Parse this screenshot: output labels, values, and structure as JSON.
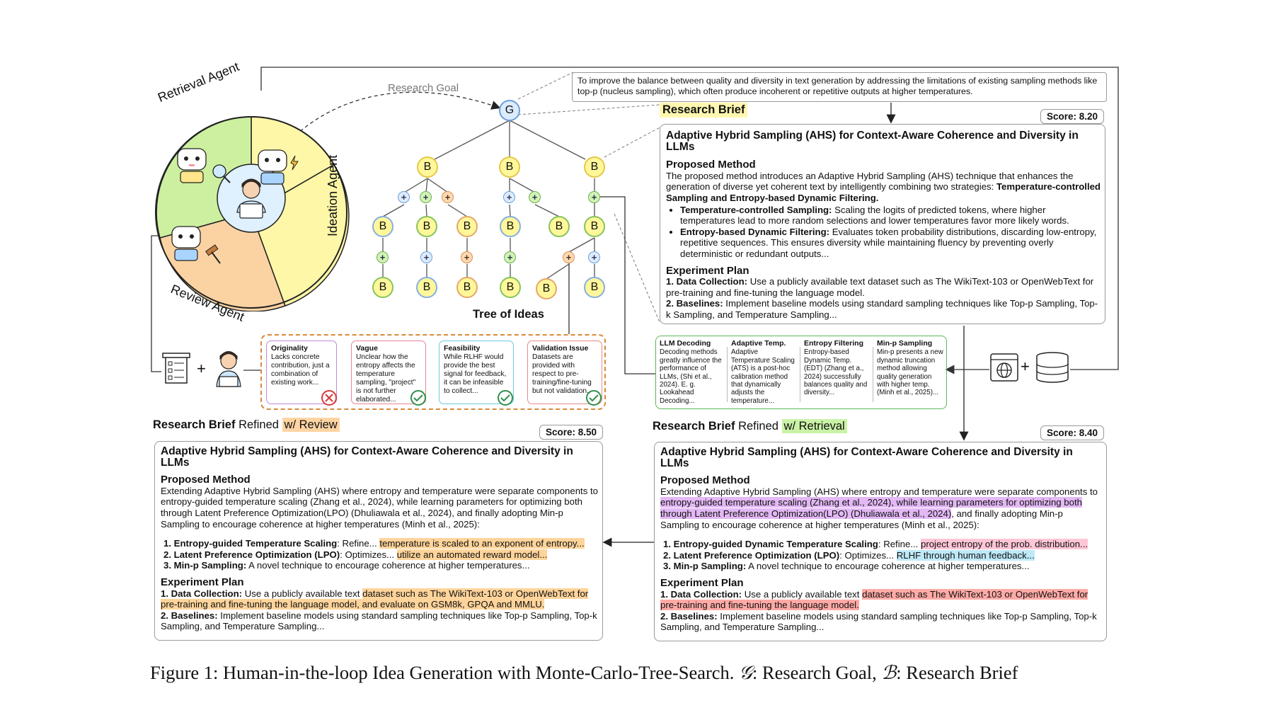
{
  "agents": {
    "retrieval": "Retrieval Agent",
    "ideation": "Ideation Agent",
    "review": "Review Agent"
  },
  "research_goal_label": "Research Goal",
  "goal_node": "G",
  "brief_node": "B",
  "goal_text": "To improve the balance between quality and diversity in text generation by addressing the limitations of existing sampling methods like top-p (nucleus sampling), which often produce incoherent or repetitive outputs at higher temperatures.",
  "tree_label": "Tree of Ideas",
  "research_brief_label": "Research Brief",
  "main_brief": {
    "score": "Score: 8.20",
    "title": "Adaptive Hybrid Sampling (AHS) for Context-Aware Coherence and Diversity in LLMs",
    "method_heading": "Proposed Method",
    "method_intro": "The proposed method introduces an Adaptive Hybrid Sampling (AHS) technique that enhances the generation of diverse yet coherent text by intelligently combining two strategies: ",
    "method_intro_bold": "Temperature-controlled Sampling and Entropy-based Dynamic Filtering.",
    "bullet1_bold": "Temperature-controlled Sampling:",
    "bullet1_text": " Scaling the logits of predicted tokens, where higher temperatures lead to more random selections and lower temperatures favor more likely words.",
    "bullet2_bold": "Entropy-based Dynamic Filtering:",
    "bullet2_text": " Evaluates token probability distributions, discarding low-entropy, repetitive sequences. This ensures diversity while maintaining fluency by preventing overly deterministic or redundant outputs...",
    "exp_heading": "Experiment Plan",
    "exp1_bold": "1. Data Collection:",
    "exp1_text": " Use a publicly available text dataset such as The WikiText-103 or OpenWebText for pre-training and fine-tuning the language model.",
    "exp2_bold": "2. Baselines:",
    "exp2_text": " Implement baseline models using standard sampling techniques like Top-p Sampling, Top-k Sampling, and Temperature Sampling..."
  },
  "reviews": [
    {
      "title": "Originality",
      "text": "Lacks concrete contribution, just a combination of existing work...",
      "status": "reject",
      "color": "#c08ad6"
    },
    {
      "title": "Vague",
      "text": "Unclear how the entropy affects the temperature sampling, \"project\" is not further elaborated...",
      "status": "accept",
      "color": "#e7869a"
    },
    {
      "title": "Feasibility",
      "text": "While RLHF would provide the best signal for feedback, it can be infeasible to collect...",
      "status": "accept",
      "color": "#6fc9e0"
    },
    {
      "title": "Validation Issue",
      "text": "Datasets are provided with respect to pre-training/fine-tuning but not validation...",
      "status": "accept",
      "color": "#e98b8b"
    }
  ],
  "literature": [
    {
      "title": "LLM Decoding",
      "text": "Decoding methods greatly influence the performance of LLMs, (Shi et al., 2024). E. g. Lookahead Decoding..."
    },
    {
      "title": "Adaptive Temp.",
      "text": "Adaptive Temperature Scaling (ATS) is a post-hoc calibration method that dynamically adjusts the temperature..."
    },
    {
      "title": "Entropy Filtering",
      "text": "Entropy-based Dynamic Temp. (EDT) (Zhang et a., 2024) successfully balances quality and diversity..."
    },
    {
      "title": "Min-p Sampling",
      "text": "Min-p presents a new dynamic truncation method allowing quality generation with higher temp. (Minh et al., 2025)..."
    }
  ],
  "review_brief": {
    "label_main": "Research Brief",
    "label_refined": " Refined ",
    "label_hl": "w/ Review",
    "score": "Score: 8.50",
    "title": "Adaptive Hybrid Sampling (AHS) for Context-Aware Coherence and Diversity in LLMs",
    "method_heading": "Proposed Method",
    "method_text": "Extending Adaptive Hybrid Sampling (AHS) where entropy and temperature were separate components to entropy-guided temperature scaling (Zhang et al., 2024), while learning parameters for optimizing both through Latent Preference Optimization(LPO) (Dhuliawala et al., 2024), and finally adopting Min-p Sampling to encourage coherence at higher temperatures (Minh et al., 2025):",
    "item1_bold": "1. Entropy-guided Temperature Scaling",
    "item1_text": ": Refine... ",
    "item1_hl": "temperature is scaled to an exponent of entropy...",
    "item2_bold": "2. Latent Preference Optimization (LPO)",
    "item2_text": ": Optimizes... ",
    "item2_hl": "utilize an automated reward model...",
    "item3_bold": "3. Min-p Sampling:",
    "item3_text": " A novel technique to encourage coherence at higher temperatures...",
    "exp_heading": "Experiment Plan",
    "exp1_bold": "1. Data Collection:",
    "exp1_text": " Use a publicly available text ",
    "exp1_hl": "dataset such as The WikiText-103 or OpenWebText for pre-training and fine-tuning the language model, and evaluate on GSM8k, GPQA and MMLU.",
    "exp2_bold": "2. Baselines:",
    "exp2_text": " Implement baseline models using standard sampling techniques like Top-p Sampling, Top-k Sampling, and Temperature Sampling..."
  },
  "retrieval_brief": {
    "label_main": "Research Brief",
    "label_refined": " Refined ",
    "label_hl": "w/ Retrieval",
    "score": "Score: 8.40",
    "title": "Adaptive Hybrid Sampling (AHS) for Context-Aware Coherence and Diversity in LLMs",
    "method_heading": "Proposed Method",
    "method_text_a": "Extending Adaptive Hybrid Sampling (AHS) where entropy and temperature were separate components to ",
    "method_hl": "entropy-guided temperature scaling (Zhang et al., 2024), while learning parameters for optimizing both through Latent Preference Optimization(LPO) (Dhuliawala et al., 2024)",
    "method_text_b": ", and finally adopting Min-p Sampling to encourage coherence at higher temperatures (Minh et al., 2025):",
    "item1_bold": "1. Entropy-guided Dynamic Temperature Scaling",
    "item1_text": ": Refine... ",
    "item1_hl": "project entropy of the prob. distribution...",
    "item2_bold": "2. Latent Preference Optimization (LPO)",
    "item2_text": ": Optimizes... ",
    "item2_hl": "RLHF through human feedback...",
    "item3_bold": "3. Min-p Sampling:",
    "item3_text": " A novel technique to encourage coherence at higher temperatures...",
    "exp_heading": "Experiment Plan",
    "exp1_bold": "1. Data Collection:",
    "exp1_text": " Use a publicly available text ",
    "exp1_hl": "dataset such as The WikiText-103 or OpenWebText for pre-training and fine-tuning the language model.",
    "exp2_bold": "2. Baselines:",
    "exp2_text": " Implement baseline models using standard sampling techniques like Top-p Sampling, Top-k Sampling, and Temperature Sampling..."
  },
  "caption": {
    "prefix": "Figure 1: Human-in-the-loop Idea Generation with Monte-Carlo-Tree-Search. ",
    "g_symbol": "𝒢",
    "g_text": ": Research Goal, ",
    "b_symbol": "ℬ",
    "b_text": ": Research Brief"
  },
  "colors": {
    "retrieval_slice": "#cdf0a0",
    "ideation_slice": "#fff7a8",
    "review_slice": "#fbd3a3",
    "reject": "#d93838",
    "accept": "#2f8f4a"
  }
}
